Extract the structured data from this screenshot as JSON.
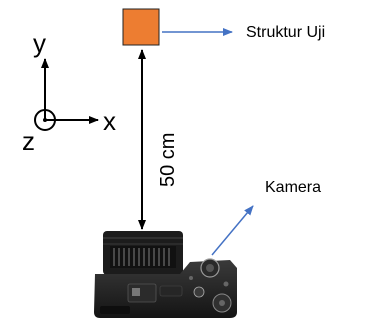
{
  "labels": {
    "test_structure": "Struktur Uji",
    "camera": "Kamera",
    "distance": "50 cm",
    "axis_x": "x",
    "axis_y": "y",
    "axis_z": "z"
  },
  "colors": {
    "test_structure_fill": "#ED7D31",
    "pointer_arrow": "#4472C4",
    "line": "#000000"
  }
}
